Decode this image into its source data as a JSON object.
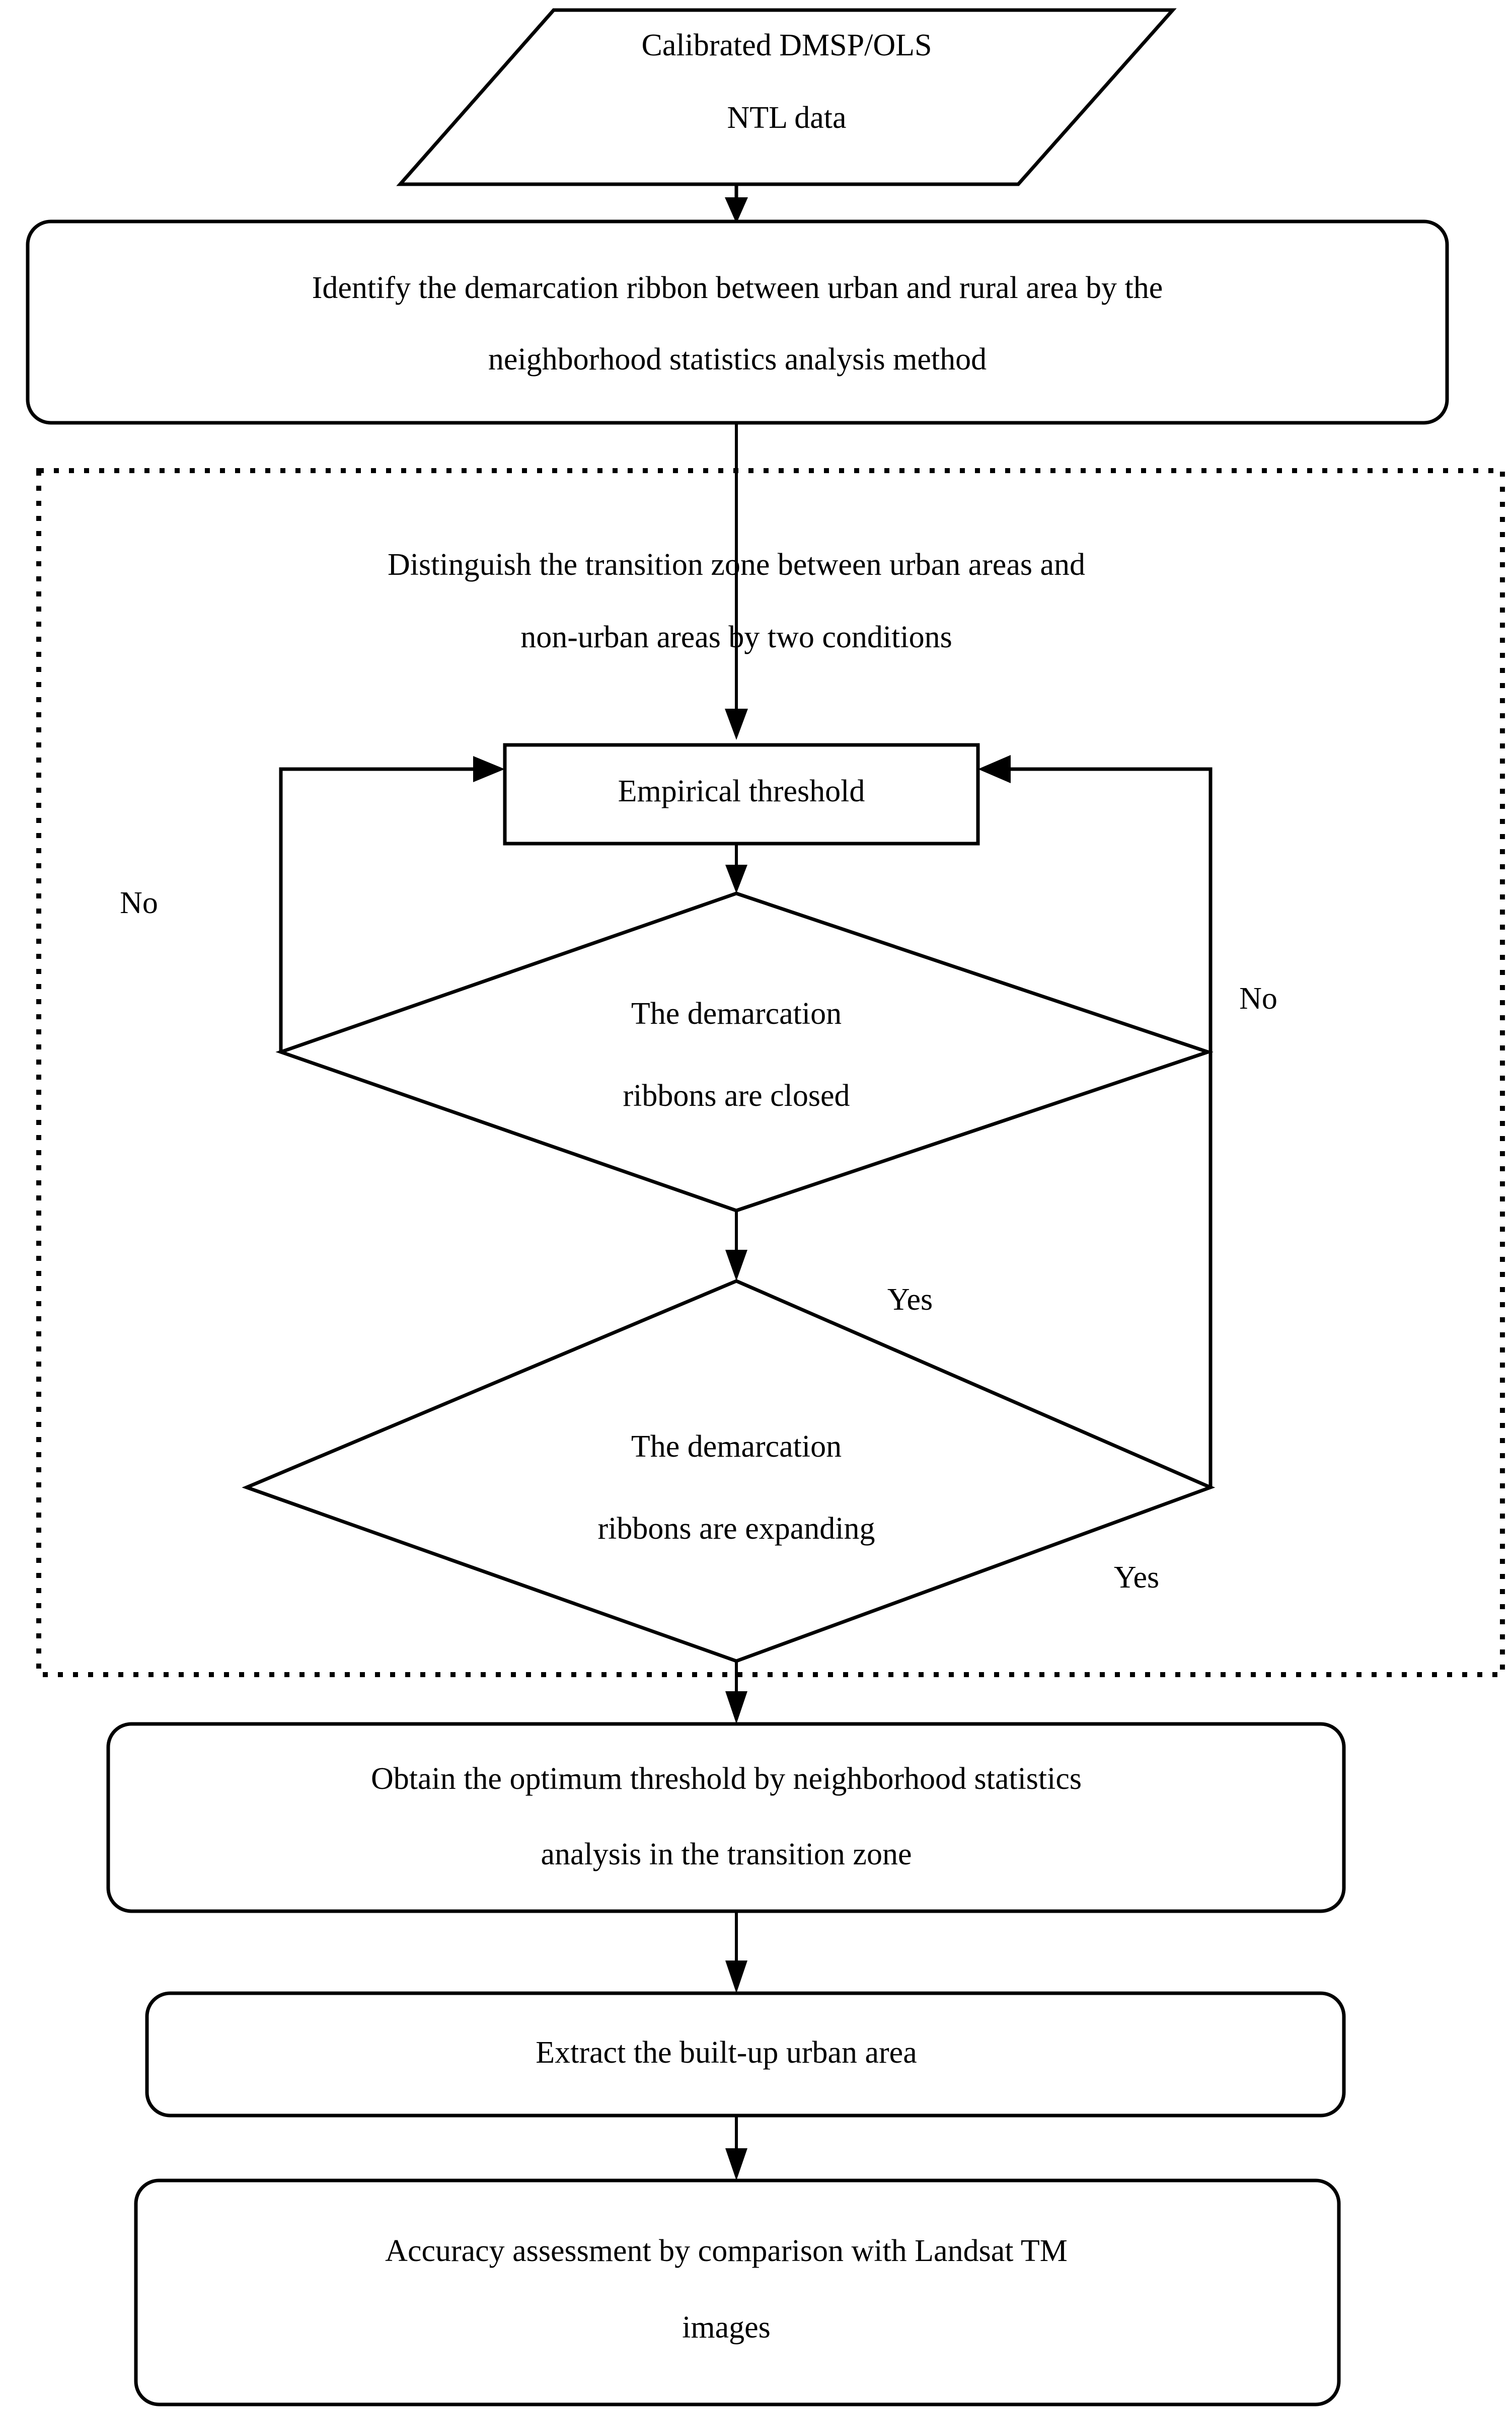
{
  "diagram": {
    "title": "Flowchart for extracting built-up urban area from DMSP/OLS nighttime light data",
    "type": "flowchart",
    "background_color": "#ffffff",
    "line_color": "#000000",
    "text_color": "#000000"
  },
  "nodes": {
    "input_data": {
      "shape": "parallelogram",
      "line1": "Calibrated DMSP/OLS",
      "line2": "NTL data"
    },
    "identify_ribbon": {
      "shape": "rounded-rectangle",
      "line1": "Identify the demarcation ribbon between urban and rural area by the",
      "line2": "neighborhood statistics analysis method"
    },
    "distinguish_zone": {
      "shape": "plain-text",
      "line1": "Distinguish the transition zone between urban areas and",
      "line2": "non-urban areas by two conditions"
    },
    "empirical_threshold": {
      "shape": "rectangle",
      "line1": "Empirical threshold"
    },
    "decision_closed": {
      "shape": "diamond",
      "line1": "The demarcation",
      "line2": "ribbons are closed"
    },
    "decision_expanding": {
      "shape": "diamond",
      "line1": "The demarcation",
      "line2": "ribbons are expanding"
    },
    "optimum_threshold": {
      "shape": "rounded-rectangle",
      "line1": "Obtain the optimum threshold by neighborhood statistics",
      "line2": "analysis in the transition zone"
    },
    "extract_urban": {
      "shape": "rounded-rectangle",
      "line1": "Extract the built-up urban area"
    },
    "accuracy_assessment": {
      "shape": "rounded-rectangle",
      "line1": "Accuracy assessment by comparison with Landsat TM",
      "line2": "images"
    }
  },
  "edge_labels": {
    "no_left": "No",
    "no_right": "No",
    "yes_top": "Yes",
    "yes_bottom": "Yes"
  }
}
